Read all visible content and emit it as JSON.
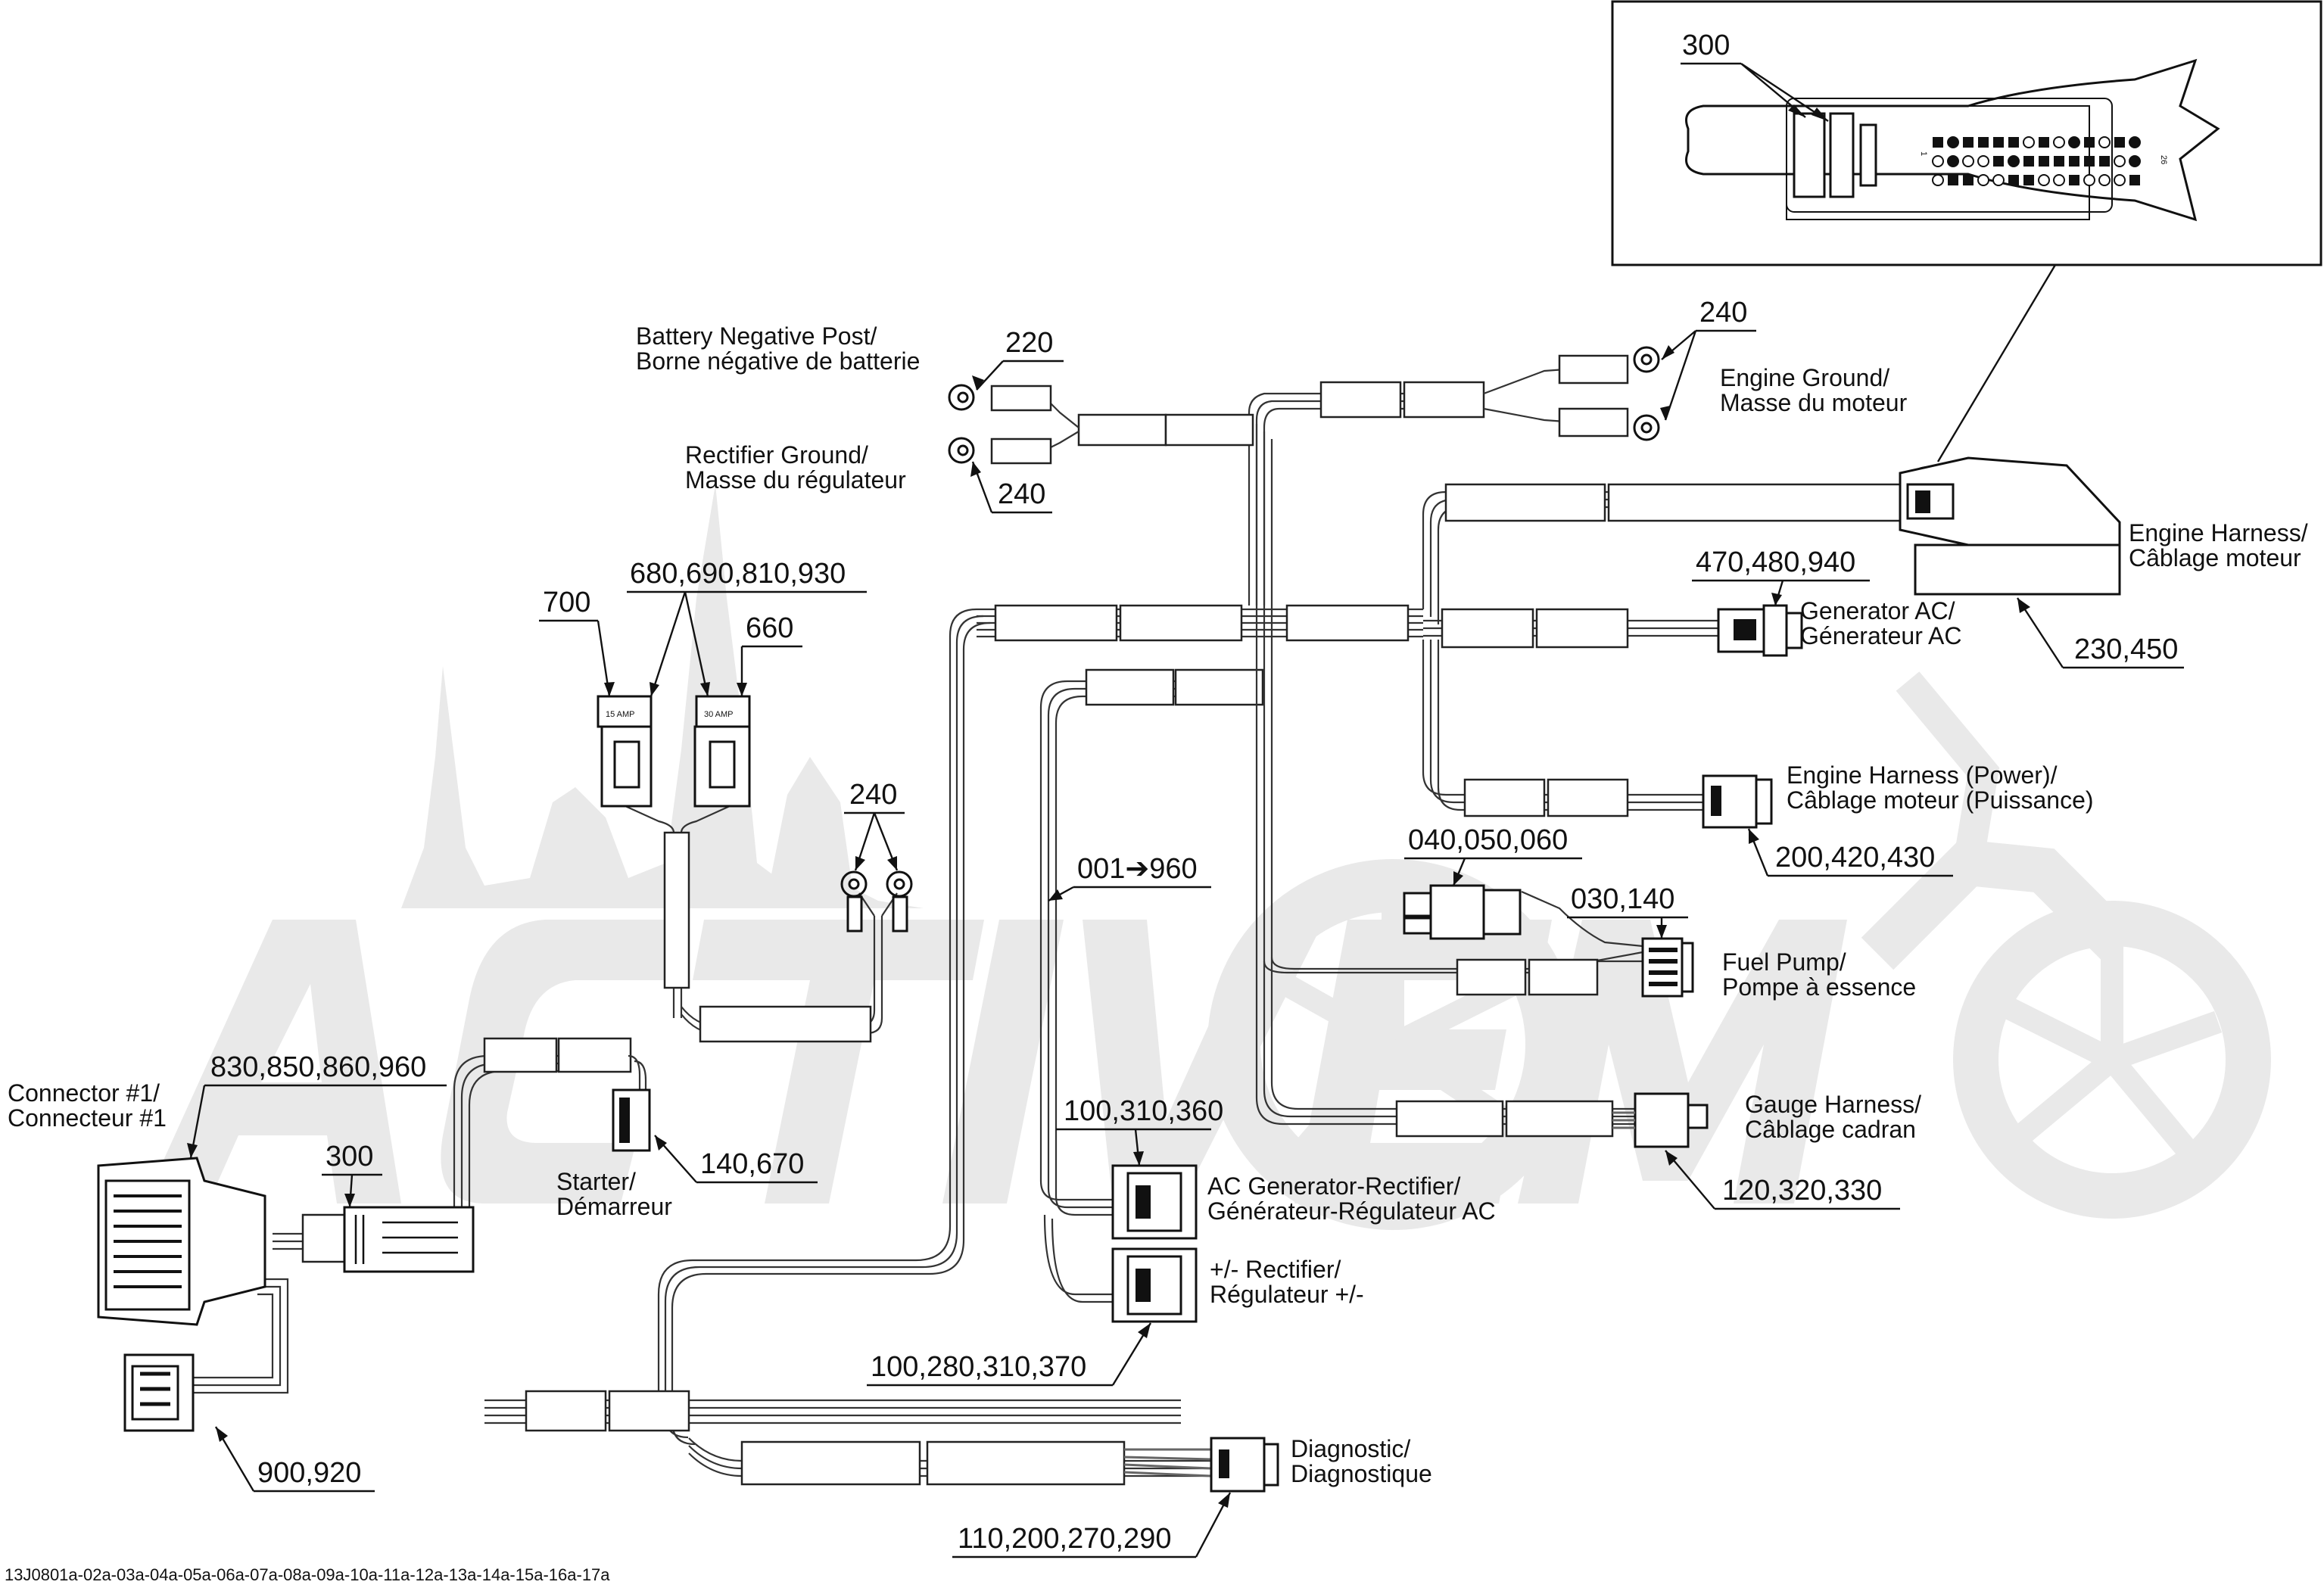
{
  "colors": {
    "line": "#111111",
    "watermark": "#e9e9e9",
    "background": "#ffffff"
  },
  "watermark": {
    "text": "ACTIVE MOTO",
    "kind": "logo"
  },
  "footer": {
    "code": "13J0801a-02a-03a-04a-05a-06a-07a-08a-09a-10a-11a-12a-13a-14a-15a-16a-17a"
  },
  "inset": {
    "part": "300",
    "pin_low": "1",
    "pin_high": "26"
  },
  "fuses": {
    "left": "15 AMP",
    "right": "30 AMP"
  },
  "callouts": [
    {
      "id": "c-220",
      "part": "220",
      "line1": "Battery Negative Post/",
      "line2": "Borne négative de batterie"
    },
    {
      "id": "c-240-rectifier",
      "part": "240",
      "line1": "Rectifier Ground/",
      "line2": "Masse du régulateur"
    },
    {
      "id": "c-240-engine",
      "part": "240",
      "line1": "Engine Ground/",
      "line2": "Masse du moteur"
    },
    {
      "id": "c-230",
      "part": "230,450",
      "line1": "Engine Harness/",
      "line2": "Câblage moteur"
    },
    {
      "id": "c-470",
      "part": "470,480,940",
      "line1": "Generator AC/",
      "line2": "Génerateur AC"
    },
    {
      "id": "c-200",
      "part": "200,420,430",
      "line1": "Engine Harness (Power)/",
      "line2": "Câblage moteur (Puissance)"
    },
    {
      "id": "c-030",
      "part": "030,140",
      "line1": "Fuel Pump/",
      "line2": "Pompe à essence"
    },
    {
      "id": "c-120",
      "part": "120,320,330",
      "line1": "Gauge Harness/",
      "line2": "Câblage cadran"
    },
    {
      "id": "c-100a",
      "part": "100,310,360",
      "line1": "AC Generator-Rectifier/",
      "line2": "Générateur-Régulateur AC"
    },
    {
      "id": "c-100b",
      "part": "100,280,310,370",
      "line1": "+/- Rectifier/",
      "line2": "Régulateur +/-"
    },
    {
      "id": "c-110",
      "part": "110,200,270,290",
      "line1": "Diagnostic/",
      "line2": "Diagnostique"
    },
    {
      "id": "c-140",
      "part": "140,670",
      "line1": "Starter/",
      "line2": "Démarreur"
    },
    {
      "id": "c-830",
      "part": "830,850,860,960",
      "line1": "Connector #1/",
      "line2": "Connecteur #1"
    }
  ],
  "parts": {
    "p_700": "700",
    "p_680": "680,690,810,930",
    "p_660": "660",
    "p_240_mid": "240",
    "p_040": "040,050,060",
    "p_001": "001➔960",
    "p_300": "300",
    "p_900": "900,920"
  }
}
